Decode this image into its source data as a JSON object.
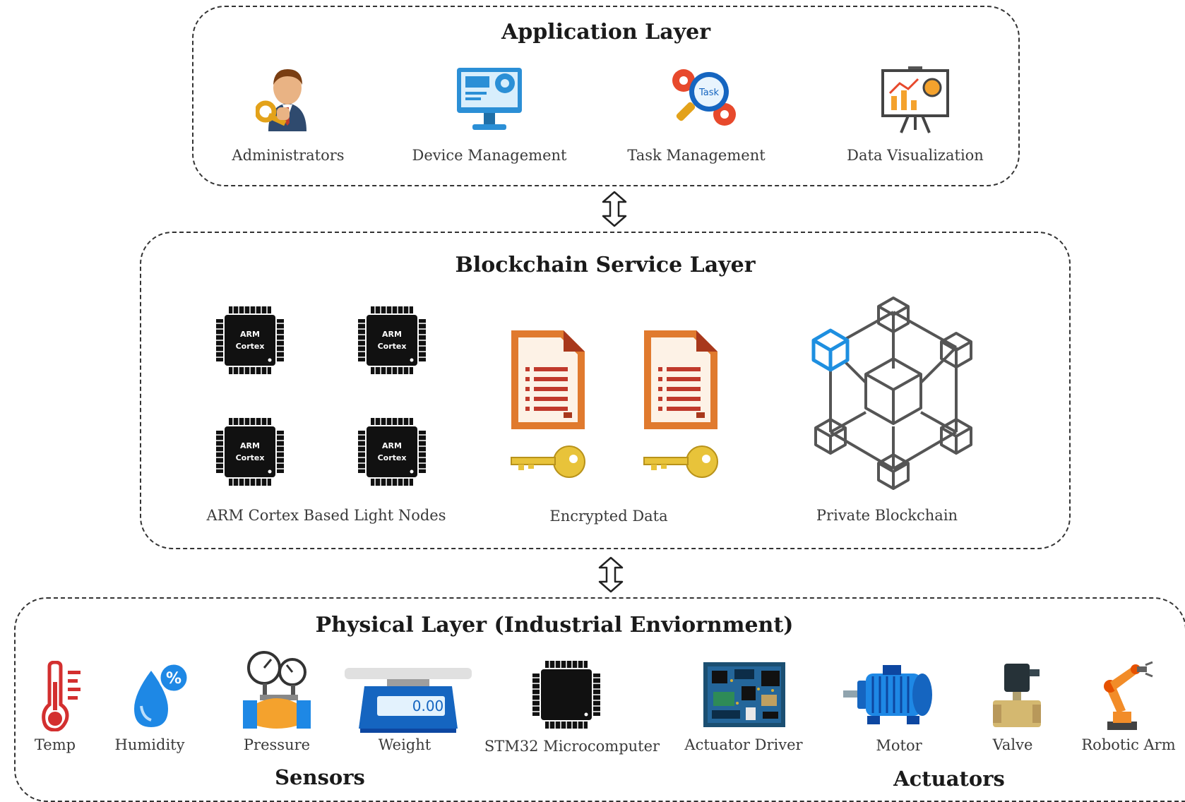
{
  "application_layer": {
    "title": "Application Layer",
    "items": [
      {
        "label": "Administrators",
        "icon": "administrator-icon"
      },
      {
        "label": "Device Management",
        "icon": "device-management-icon"
      },
      {
        "label": "Task  Management",
        "icon": "task-management-icon"
      },
      {
        "label": "Data  Visualization",
        "icon": "data-visualization-icon"
      }
    ]
  },
  "blockchain_layer": {
    "title": "Blockchain Service Layer",
    "chip_text": [
      "ARM",
      "Cortex"
    ],
    "groups": [
      {
        "label": "ARM Cortex Based Light Nodes",
        "icon": "arm-cortex-chip-icon"
      },
      {
        "label": "Encrypted Data",
        "icon": "encrypted-document-icon"
      },
      {
        "label": "Private Blockchain",
        "icon": "blockchain-network-icon"
      }
    ]
  },
  "physical_layer": {
    "title": "Physical Layer (Industrial Enviornment)",
    "sensors_label": "Sensors",
    "actuators_label": "Actuators",
    "weight_display": "0.00",
    "humidity_badge": "%",
    "task_badge": "Task",
    "items": [
      {
        "label": "Temp",
        "icon": "thermometer-icon"
      },
      {
        "label": "Humidity",
        "icon": "humidity-drop-icon"
      },
      {
        "label": "Pressure",
        "icon": "pressure-gauge-icon"
      },
      {
        "label": "Weight",
        "icon": "weighing-scale-icon"
      },
      {
        "label": "STM32 Microcomputer",
        "icon": "microcontroller-chip-icon"
      },
      {
        "label": "Actuator Driver",
        "icon": "circuit-board-icon"
      },
      {
        "label": "Motor",
        "icon": "electric-motor-icon"
      },
      {
        "label": "Valve",
        "icon": "solenoid-valve-icon"
      },
      {
        "label": "Robotic Arm",
        "icon": "robotic-arm-icon"
      }
    ]
  },
  "colors": {
    "border": "#333333",
    "monitor_blue": "#2b8fd6",
    "doc_orange": "#e07a2e",
    "key_gold": "#e8c33a",
    "cube_blue": "#1e8fe0",
    "robot_orange": "#f28c28"
  }
}
